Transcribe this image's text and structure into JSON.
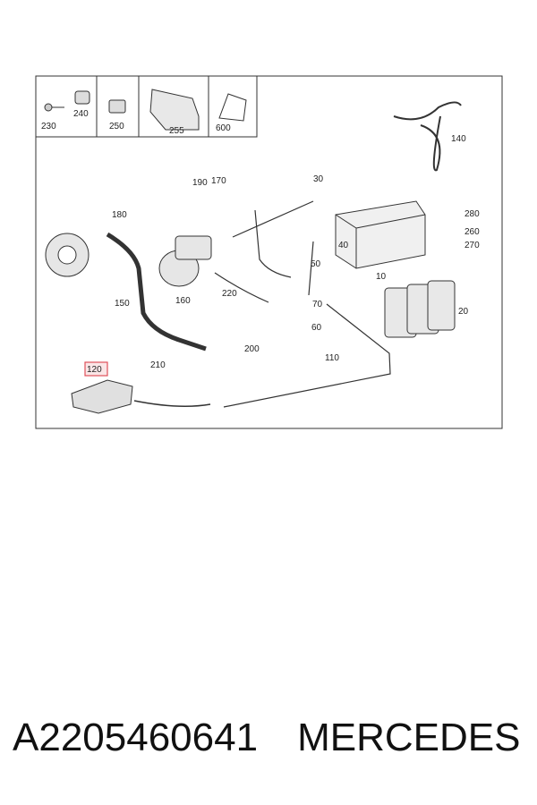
{
  "caption": {
    "part_number": "A2205460641",
    "brand": "MERCEDES"
  },
  "diagram": {
    "highlight_color": "#e0505a",
    "highlighted_callout": "120",
    "inset_labels": [
      "230",
      "240",
      "250",
      "255",
      "600"
    ],
    "callouts": [
      "10",
      "20",
      "30",
      "40",
      "50",
      "60",
      "70",
      "110",
      "120",
      "140",
      "150",
      "160",
      "170",
      "180",
      "190",
      "200",
      "210",
      "220",
      "260",
      "270",
      "280"
    ]
  }
}
